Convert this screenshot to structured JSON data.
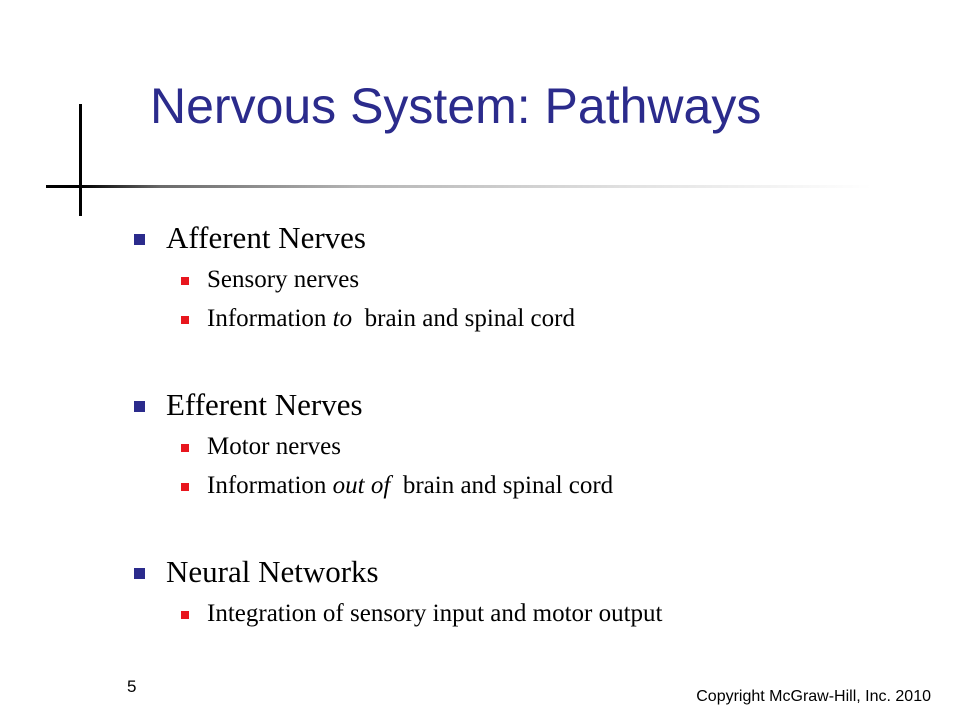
{
  "slide": {
    "title": "Nervous System: Pathways",
    "sections": [
      {
        "heading": "Afferent Nerves",
        "items": [
          {
            "parts": [
              {
                "text": "Sensory nerves",
                "italic": false
              }
            ]
          },
          {
            "parts": [
              {
                "text": "Information ",
                "italic": false
              },
              {
                "text": "to",
                "italic": true
              },
              {
                "text": "  brain and spinal cord",
                "italic": false
              }
            ]
          }
        ]
      },
      {
        "heading": "Efferent Nerves",
        "items": [
          {
            "parts": [
              {
                "text": "Motor nerves",
                "italic": false
              }
            ]
          },
          {
            "parts": [
              {
                "text": "Information ",
                "italic": false
              },
              {
                "text": "out of",
                "italic": true
              },
              {
                "text": "  brain and spinal cord",
                "italic": false
              }
            ]
          }
        ]
      },
      {
        "heading": "Neural Networks",
        "items": [
          {
            "parts": [
              {
                "text": "Integration of sensory input and motor output",
                "italic": false
              }
            ]
          }
        ]
      }
    ],
    "slide_number": "5",
    "copyright": "Copyright McGraw-Hill, Inc. 2010"
  },
  "colors": {
    "title": "#2b2b8c",
    "level1_bullet": "#2b2b8c",
    "level2_bullet": "#e8161e",
    "text": "#000000"
  }
}
